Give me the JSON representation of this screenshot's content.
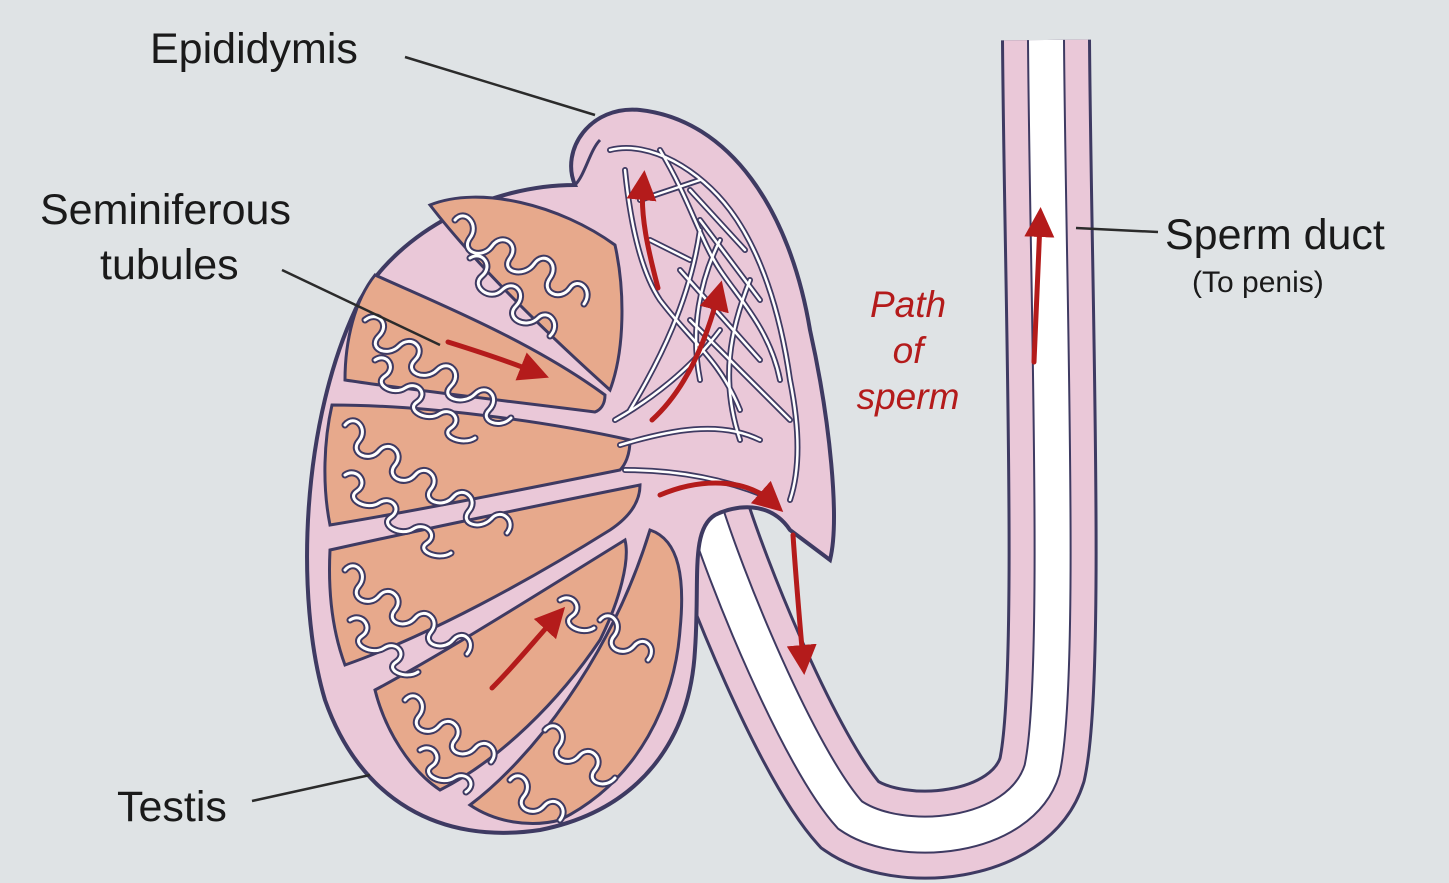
{
  "diagram": {
    "labels": {
      "epididymis": "Epididymis",
      "seminiferous_line1": "Seminiferous",
      "seminiferous_line2": "tubules",
      "testis": "Testis",
      "sperm_duct": "Sperm duct",
      "to_penis": "(To penis)",
      "path_line1": "Path",
      "path_line2": "of",
      "path_line3": "sperm"
    },
    "colors": {
      "background": "#dfe3e5",
      "tissue_pink": "#eac8d8",
      "lobule_salmon": "#e7a98c",
      "outline": "#3e3a62",
      "arrow_red": "#b41b1b",
      "duct_lumen": "#ffffff"
    }
  }
}
